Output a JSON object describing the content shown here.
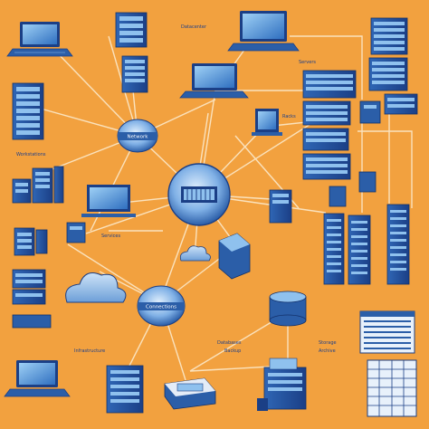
{
  "diagram": {
    "background_color": "#f2a13f",
    "primary_blue": "#2b5ea8",
    "dark_blue": "#1b3f86",
    "light_blue": "#8fc1ee",
    "cable_color": "#fbe6c4",
    "hub_top_label": "Network",
    "hub_bottom_label": "Connections",
    "label_top_center": "Datacenter",
    "label_left_mid": "Workstations",
    "label_cloud_mid": "Services",
    "label_bottom_left": "Infrastructure",
    "label_bottom_mid": "Databases",
    "label_bottom_right": "Storage",
    "label_bottom_mid_b": "Backup",
    "label_bottom_right_b": "Archive",
    "label_top_right": "Servers",
    "label_right_mid": "Racks"
  }
}
